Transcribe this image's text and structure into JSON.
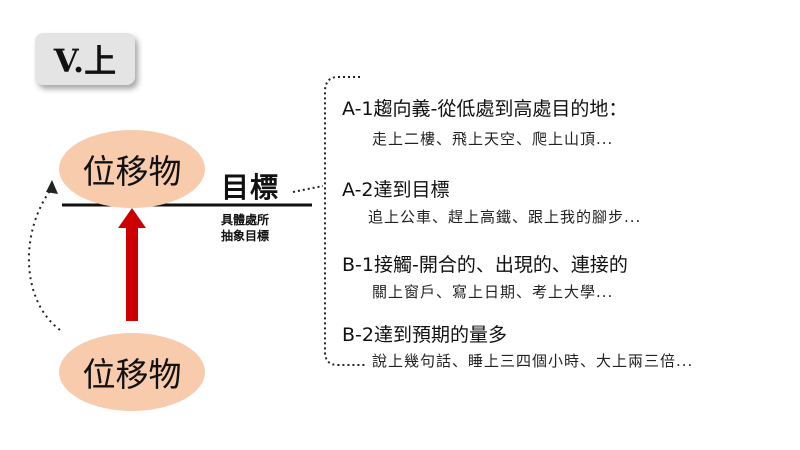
{
  "title": "V.上",
  "nodes": {
    "top_ellipse": "位移物",
    "bottom_ellipse": "位移物"
  },
  "target": {
    "label": "目標",
    "sub_line1": "具體處所",
    "sub_line2": "抽象目標"
  },
  "colors": {
    "ellipse_fill": "#f7cbac",
    "arrow_red": "#cc0000",
    "title_bg": "#e4e4e4"
  },
  "items": [
    {
      "heading": "A-1趨向義-從低處到高處目的地：",
      "example": "走上二樓、飛上天空、爬上山頂..."
    },
    {
      "heading": "A-2達到目標",
      "example": "追上公車、趕上高鐵、跟上我的腳步..."
    },
    {
      "heading": "B-1接觸-開合的、出現的、連接的",
      "example": "關上窗戶、寫上日期、考上大學..."
    },
    {
      "heading": "B-2達到預期的量多",
      "example": "說上幾句話、睡上三四個小時、大上兩三倍..."
    }
  ]
}
